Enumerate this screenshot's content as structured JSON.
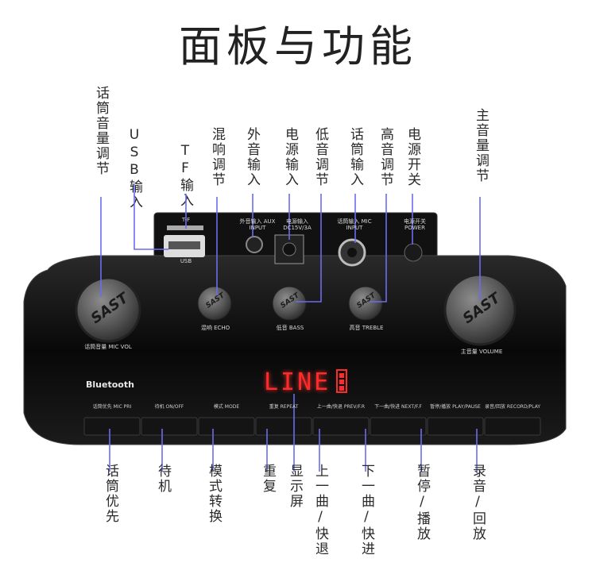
{
  "title": "面板与功能",
  "labels_top": [
    {
      "id": "mic-volume",
      "text": "话筒音量调节"
    },
    {
      "id": "usb-in",
      "text": "USB输入"
    },
    {
      "id": "tf-in",
      "text": "TF输入"
    },
    {
      "id": "echo",
      "text": "混响调节"
    },
    {
      "id": "aux-in",
      "text": "外音输入"
    },
    {
      "id": "power-in",
      "text": "电源输入"
    },
    {
      "id": "bass",
      "text": "低音调节"
    },
    {
      "id": "mic-in",
      "text": "话筒输入"
    },
    {
      "id": "treble",
      "text": "高音调节"
    },
    {
      "id": "power-switch",
      "text": "电源开关"
    },
    {
      "id": "main-volume",
      "text": "主音量调节"
    }
  ],
  "labels_bottom": [
    {
      "id": "mic-priority",
      "text": "话筒优先"
    },
    {
      "id": "standby",
      "text": "待机"
    },
    {
      "id": "mode-switch",
      "text": "模式转换"
    },
    {
      "id": "repeat",
      "text": "重复"
    },
    {
      "id": "display",
      "text": "显示屏"
    },
    {
      "id": "prev",
      "text": "上一曲/快退"
    },
    {
      "id": "next",
      "text": "下一曲/快进"
    },
    {
      "id": "play-pause",
      "text": "暂停/播放"
    },
    {
      "id": "record",
      "text": "录音/回放"
    }
  ],
  "panel": {
    "display_text": "LINE",
    "bluetooth_label": "Bluetooth",
    "knob_brand": "SAST",
    "usb_label": "USB",
    "tf_label": "T-F",
    "aux_label": "外音输入 AUX INPUT",
    "power_in_label": "电源输入 DC15V/3A",
    "mic_in_label": "话筒输入 MIC INPUT",
    "power_switch_label": "电源开关 POWER",
    "knob_captions": {
      "mic_vol": "话筒音量 MIC VOL",
      "echo": "混响 ECHO",
      "bass": "低音 BASS",
      "treble": "高音 TREBLE",
      "volume": "主音量 VOLUME"
    },
    "buttons": [
      "话筒优先 MIC PRI",
      "待机 ON/OFF",
      "模式 MODE",
      "重复 REPEAT",
      "上一曲/快退 PREV/F.R",
      "下一曲/快进 NEXT/F.F",
      "暂停/播放 PLAY/PAUSE",
      "录音/回放 RECORD/PLAY"
    ]
  },
  "colors": {
    "line": "#6c6cf0",
    "display": "#ff2b2b",
    "panel": "#0e0e0e"
  }
}
